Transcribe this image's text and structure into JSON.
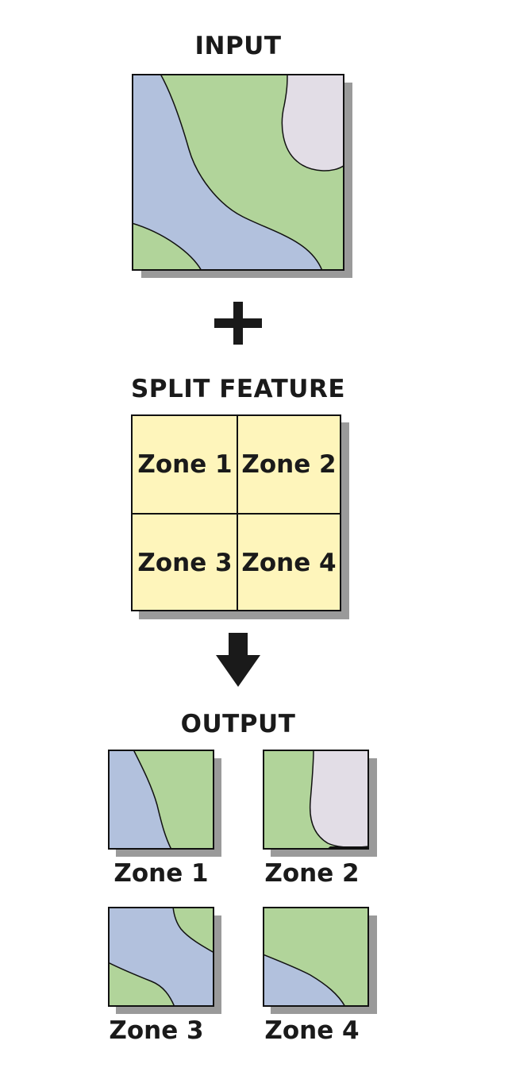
{
  "input_title": "INPUT",
  "split_title": "SPLIT FEATURE",
  "output_title": "OUTPUT",
  "split_zones": [
    "Zone 1",
    "Zone 2",
    "Zone 3",
    "Zone 4"
  ],
  "output_zones": [
    "Zone 1",
    "Zone 2",
    "Zone 3",
    "Zone 4"
  ],
  "colors": {
    "blue_region": "#b2c1dd",
    "green_region": "#b1d49a",
    "lilac_region": "#e2dde6",
    "split_fill": "#fef5bb",
    "outline": "#111111",
    "shadow": "#9a9a9a"
  },
  "icons": {
    "plus": "plus-icon",
    "arrow": "down-arrow-icon"
  }
}
